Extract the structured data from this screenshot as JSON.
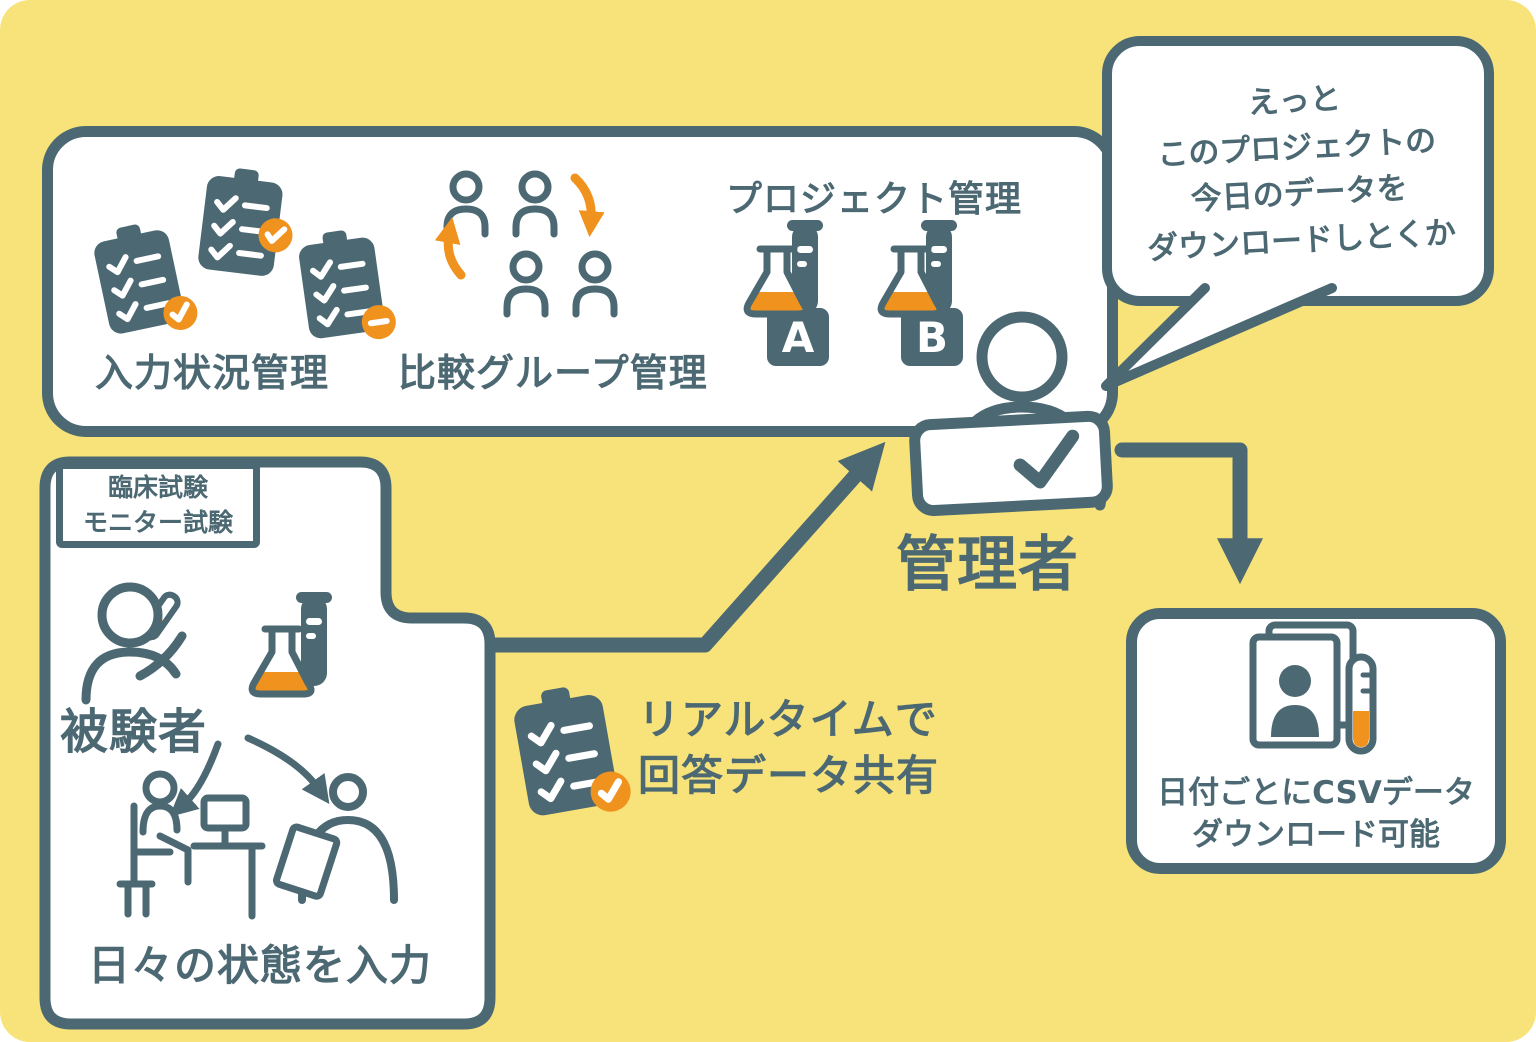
{
  "colors": {
    "background": "#F8E37A",
    "slate": "#4C6973",
    "orange": "#F0921E",
    "white": "#FFFFFF"
  },
  "top_panel": {
    "input_status_label": "入力状況管理",
    "comparison_group_label": "比較グループ管理",
    "project_management_label": "プロジェクト管理",
    "group_a": "A",
    "group_b": "B"
  },
  "speech_bubble": {
    "line1": "えっと",
    "line2": "このプロジェクトの",
    "line3": "今日のデータを",
    "line4": "ダウンロードしとくか"
  },
  "administrator_label": "管理者",
  "left_panel": {
    "tag_line1": "臨床試験",
    "tag_line2": "モニター試験",
    "subject_label": "被験者",
    "daily_label": "日々の状態を入力"
  },
  "realtime": {
    "line1": "リアルタイムで",
    "line2": "回答データ共有"
  },
  "csv_box": {
    "line1": "日付ごとにCSVデータ",
    "line2": "ダウンロード可能"
  }
}
